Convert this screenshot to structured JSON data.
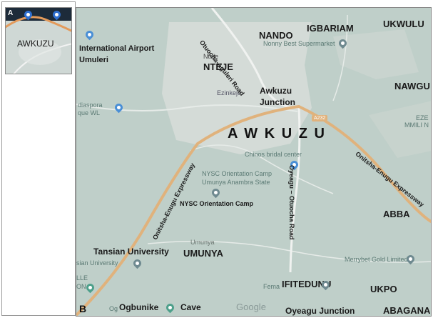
{
  "panel_a": {
    "letter": "A",
    "town_label": "AWKUZU"
  },
  "panel_b": {
    "letter": "B",
    "town_spaced": "A W K U Z U",
    "places": {
      "nando": "NANDO",
      "igbariam": "IGBARIAM",
      "ukwulu": "UKWULU",
      "nteje_small": "Nteje",
      "nteje": "NTEJE",
      "ezinkeje": "Ezinkeje",
      "awkuzu_junction_1": "Awkuzu",
      "awkuzu_junction_2": "Junction",
      "nawgu": "NAWGU",
      "abba": "ABBA",
      "umunya_small": "Umunya",
      "umunya": "UMUNYA",
      "ifitedunu": "IFITEDUNU",
      "ukpo": "UKPO",
      "abagana": "ABAGANA",
      "oyeagu_junction": "Oyeagu Junction"
    },
    "pois": {
      "airport_1": "International Airport",
      "airport_2": "Umuleri",
      "nonny": "Nonny Best Supermarket",
      "diaspora_1": "diaspora",
      "diaspora_2": "que WL",
      "chinos": "Chinos bridal center",
      "nysc_1": "NYSC Orientation Camp",
      "nysc_2": "Umunya Anambra State",
      "nysc_label": "NYSC Orientation  Camp",
      "tansian": "Tansian University",
      "tansian_small": "sian University",
      "merrybet": "Merrybet Gold Limited",
      "ogbunike": "Ogbunike",
      "cave": "Cave",
      "google": "Google",
      "alle_1": "LLE",
      "alle_2": "ON",
      "eze_1": "EZE",
      "eze_2": "MMILI N",
      "fema": "Fema"
    },
    "roads": {
      "otuocha_aguleri": "Otuocha-Aguleri Road",
      "onitsha_enugu_left": "Onitsha-Enugu Expressway",
      "onitsha_enugu_right": "Onitsha-Enugu Expressway",
      "oyeagu_otuocha": "Oyeagu – Otuocha Road",
      "a232": "A232"
    }
  },
  "colors": {
    "map_bg": "#bfcfc9",
    "urban": "#d6dcd8",
    "expressway": "#e0b27c",
    "road": "#eef1ef",
    "poi_blue": "#4a8fd6",
    "poi_gray": "#6f8a90",
    "poi_green": "#4ea08b"
  }
}
